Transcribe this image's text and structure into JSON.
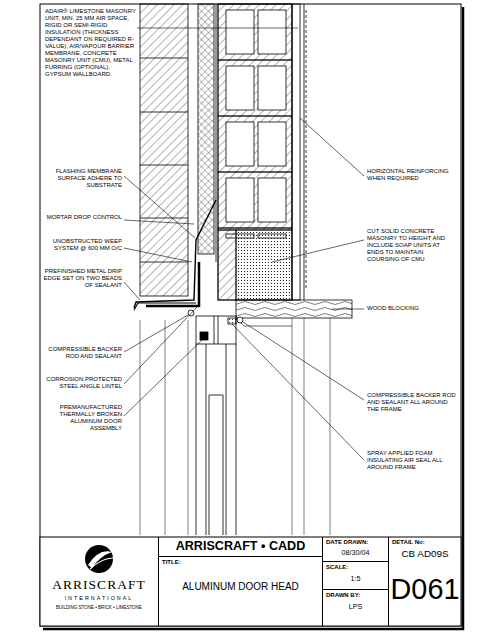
{
  "diagram": {
    "nodes": [
      {
        "text": [
          "ARRISCRAFT",
          "INTERNATIONAL",
          "BUILDING STONE • BRICK • LIMESTONE"
        ]
      },
      {
        "text": [
          "ARRISCRAFT • CADD"
        ]
      },
      {
        "text": [
          "TITLE:",
          "ALUMINUM DOOR HEAD"
        ]
      },
      {
        "text": [
          "DATE DRAWN:",
          "08/30/04"
        ]
      },
      {
        "text": [
          "SCALE:",
          "1:5"
        ]
      },
      {
        "text": [
          "DRAWN BY:",
          "LPS"
        ]
      },
      {
        "text": [
          "DETAIL No:",
          "CB AD09S",
          "D061"
        ]
      }
    ],
    "labels": [
      "ADAIR® LIMESTONE MASONRY UNIT, MIN. 25 MM AIR SPACE, RIGID OR SEMI-RIGID INSULATION (THICKNESS DEPENDANT ON REQUIRED R-VALUE), AIR/VAPOUR BARRIER MEMBRANE, CONCRETE MASONRY UNIT (CMU), METAL FURRING (OPTIONAL), GYPSUM WALLBOARD.",
      "FLASHING MEMBRANE SURFACE ADHERE TO SUBSTRATE",
      "MORTAR DROP CONTROL",
      "UNOBSTRUCTED WEEP SYSTEM @ 600 MM O/C",
      "PREFINISHED METAL DRIP EDGE SET ON TWO BEADS OF SEALANT",
      "COMPRESSIBLE BACKER ROD AND SEALANT",
      "CORROSION PROTECTED STEEL ANGLE LINTEL",
      "PREMANUFACTURED THERMALLY BROKEN ALUMINUM DOOR ASSEMBLY",
      "HORIZONTAL REINFORCING WHEN REQUIRED",
      "CUT SOLID CONCRETE MASONRY TO HEIGHT AND INCLUDE SOAP UNITS AT ENDS TO MAINTAIN COURSING OF CMU",
      "WOOD BLOCKING",
      "COMPRESSIBLE BACKER ROD AND SEALANT ALL AROUND THE FRAME",
      "SPRAY APPLIED FOAM INSULATING AIR SEAL ALL AROUND FRAME"
    ]
  }
}
